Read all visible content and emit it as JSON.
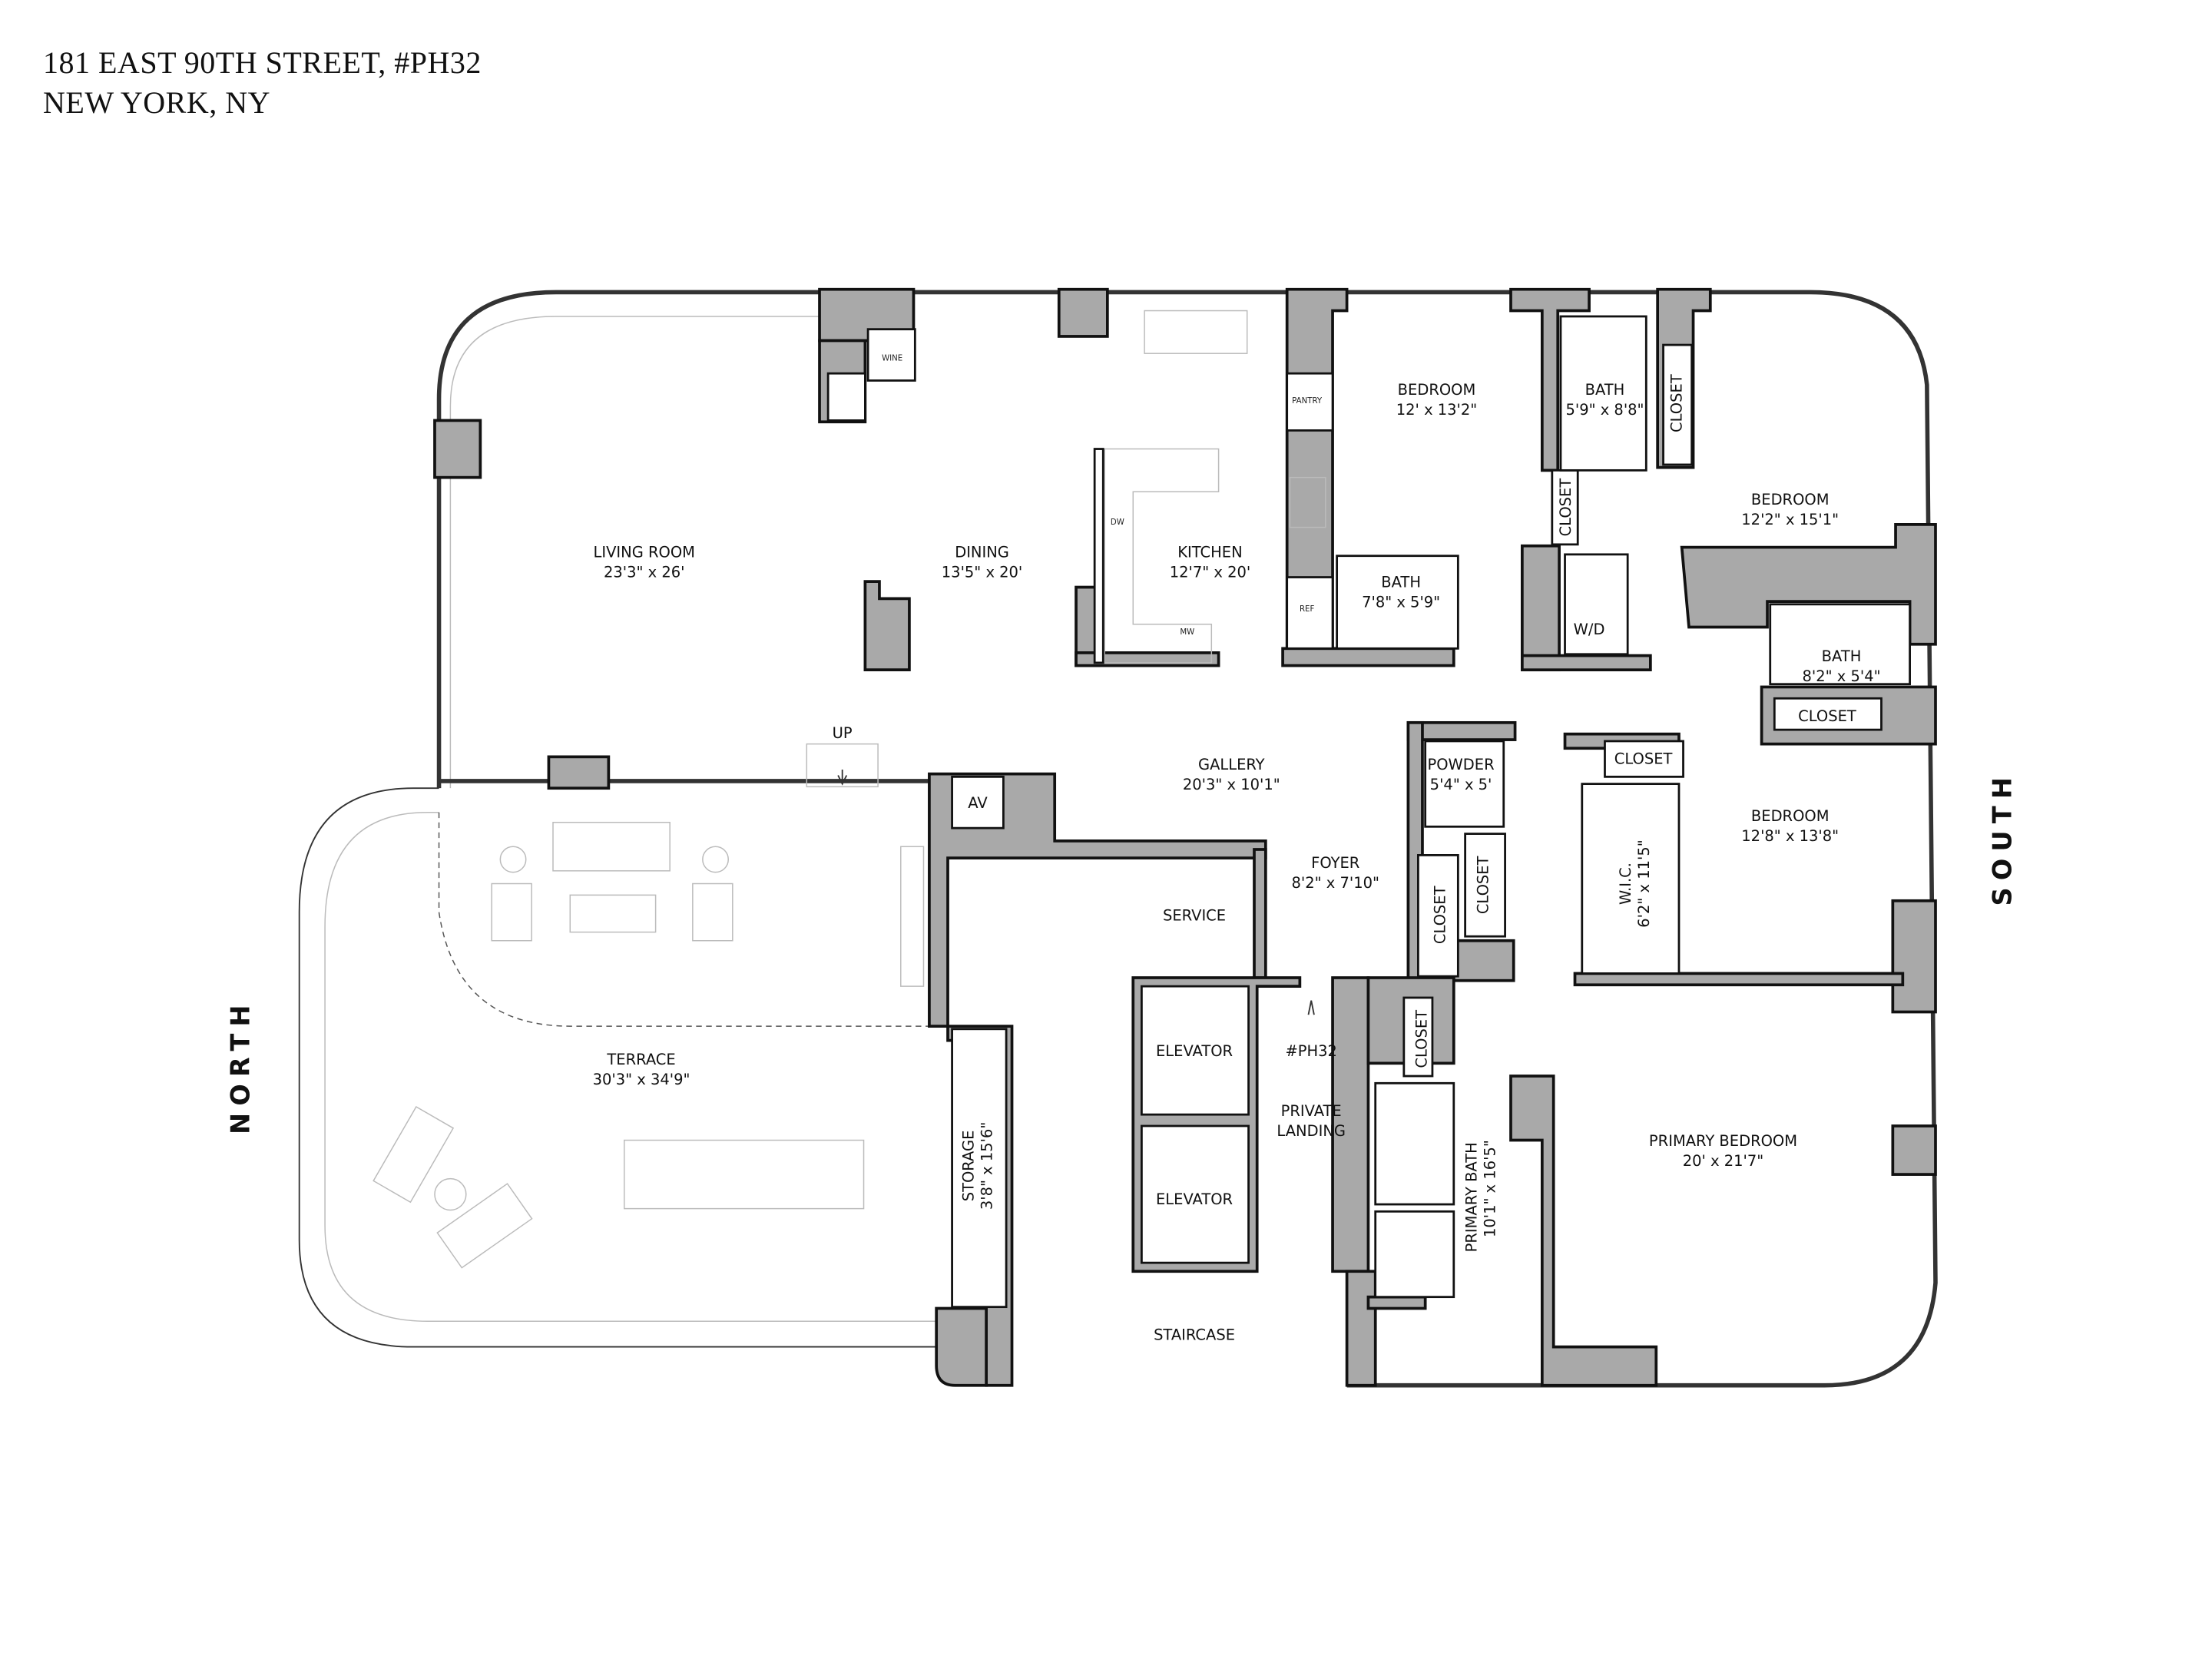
{
  "header": {
    "address_line1": "181 EAST 90TH STREET, #PH32",
    "address_line2": "NEW YORK, NY"
  },
  "compass": {
    "north": "NORTH",
    "south": "SOUTH"
  },
  "rooms": {
    "living_room": {
      "name": "LIVING ROOM",
      "dims": "23'3\" x 26'"
    },
    "dining": {
      "name": "DINING",
      "dims": "13'5\" x 20'"
    },
    "kitchen": {
      "name": "KITCHEN",
      "dims": "12'7\" x 20'"
    },
    "bedroom_1": {
      "name": "BEDROOM",
      "dims": "12' x 13'2\""
    },
    "bath_1": {
      "name": "BATH",
      "dims": "5'9\" x 8'8\""
    },
    "bedroom_2": {
      "name": "BEDROOM",
      "dims": "12'2\" x 15'1\""
    },
    "bath_2": {
      "name": "BATH",
      "dims": "7'8\" x 5'9\""
    },
    "bath_3": {
      "name": "BATH",
      "dims": "8'2\" x 5'4\""
    },
    "gallery": {
      "name": "GALLERY",
      "dims": "20'3\" x 10'1\""
    },
    "powder": {
      "name": "POWDER",
      "dims": "5'4\" x 5'"
    },
    "bedroom_3": {
      "name": "BEDROOM",
      "dims": "12'8\" x 13'8\""
    },
    "wic": {
      "name": "W.I.C.",
      "dims": "6'2\" x 11'5\""
    },
    "foyer": {
      "name": "FOYER",
      "dims": "8'2\" x 7'10\""
    },
    "primary_bath": {
      "name": "PRIMARY BATH",
      "dims": "10'1\" x 16'5\""
    },
    "primary_bedroom": {
      "name": "PRIMARY BEDROOM",
      "dims": "20' x 21'7\""
    },
    "terrace": {
      "name": "TERRACE",
      "dims": "30'3\" x 34'9\""
    },
    "storage": {
      "name": "STORAGE",
      "dims": "3'8\" x 15'6\""
    },
    "service": {
      "name": "SERVICE"
    },
    "private_landing": {
      "name_line1": "PRIVATE",
      "name_line2": "LANDING"
    },
    "unit": "#PH32",
    "elevator_1": "ELEVATOR",
    "elevator_2": "ELEVATOR",
    "staircase": "STAIRCASE",
    "av": "AV",
    "wd": "W/D",
    "up": "UP",
    "closet": "CLOSET"
  },
  "fixtures": {
    "wine": "WINE",
    "pantry": "PANTRY",
    "dw": "DW",
    "ref": "REF",
    "mw": "MW"
  }
}
